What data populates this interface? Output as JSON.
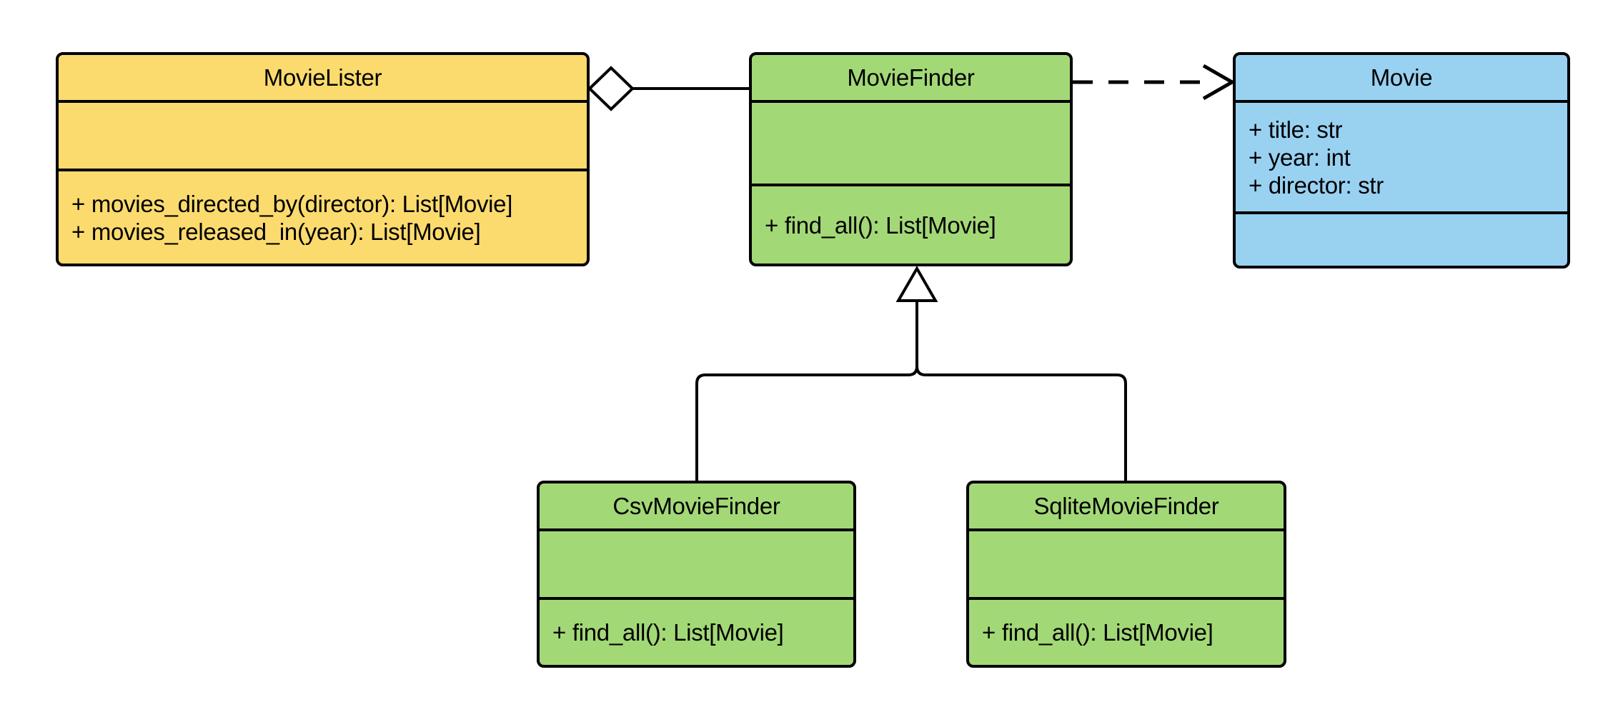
{
  "diagram": {
    "background_color": "#ffffff",
    "line_color": "#000000",
    "classes": [
      {
        "name": "MovieLister",
        "fill_color": "#FCDB6E",
        "attributes": [],
        "methods": [
          "+ movies_directed_by(director): List[Movie]",
          "+ movies_released_in(year): List[Movie]"
        ]
      },
      {
        "name": "MovieFinder",
        "fill_color": "#A3D877",
        "attributes": [],
        "methods": [
          "+ find_all(): List[Movie]"
        ]
      },
      {
        "name": "Movie",
        "fill_color": "#99D1F1",
        "attributes": [
          "+ title: str",
          "+ year: int",
          "+ director: str"
        ],
        "methods": []
      },
      {
        "name": "CsvMovieFinder",
        "fill_color": "#A3D877",
        "attributes": [],
        "methods": [
          "+ find_all(): List[Movie]"
        ]
      },
      {
        "name": "SqliteMovieFinder",
        "fill_color": "#A3D877",
        "attributes": [],
        "methods": [
          "+ find_all(): List[Movie]"
        ]
      }
    ],
    "relationships": [
      {
        "type": "aggregation",
        "owner": "MovieLister",
        "part": "MovieFinder"
      },
      {
        "type": "dependency",
        "from": "MovieFinder",
        "to": "Movie"
      },
      {
        "type": "inheritance",
        "child": "CsvMovieFinder",
        "parent": "MovieFinder"
      },
      {
        "type": "inheritance",
        "child": "SqliteMovieFinder",
        "parent": "MovieFinder"
      }
    ]
  }
}
